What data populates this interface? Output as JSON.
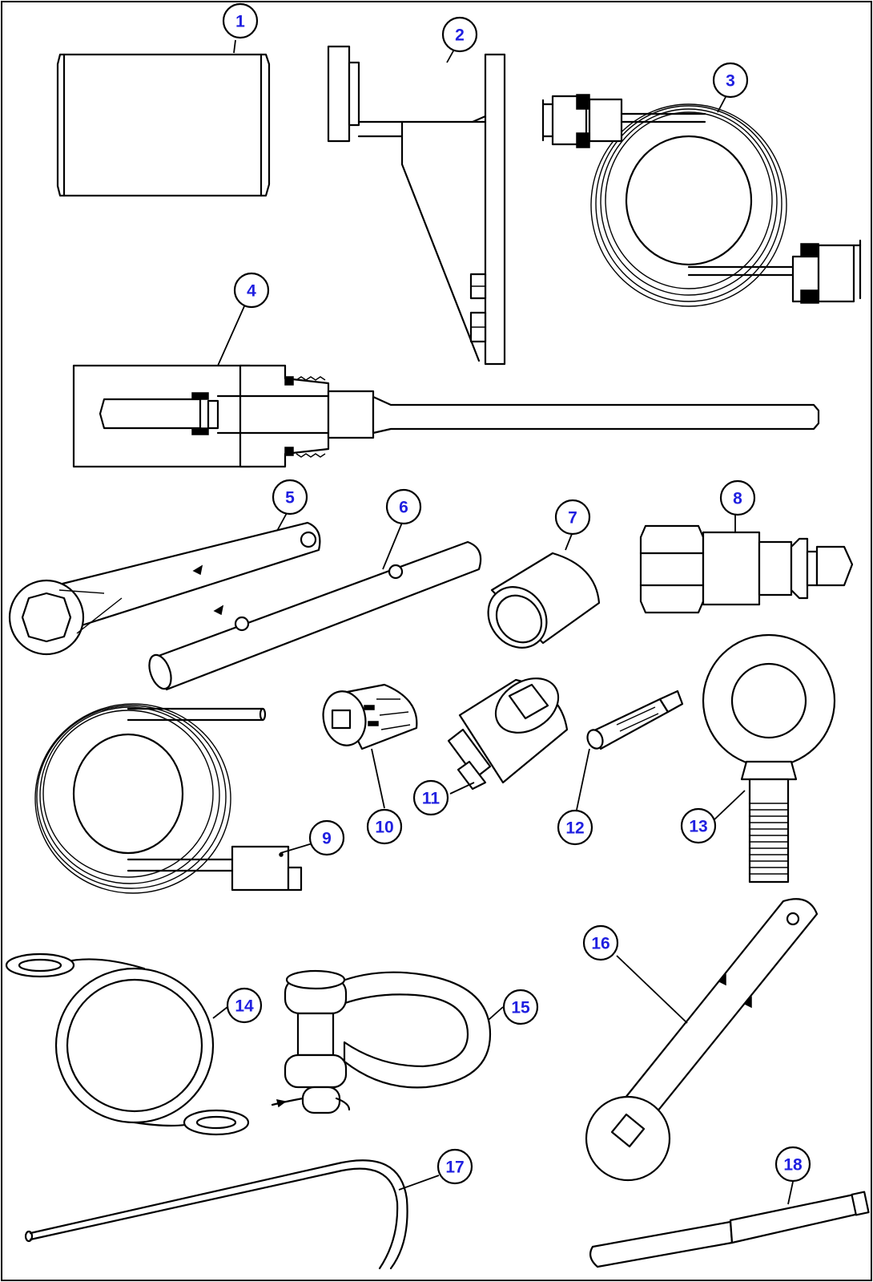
{
  "figure": {
    "style": {
      "frame_color": "#000000",
      "callout_text_color": "#1f1fe0",
      "background": "#ffffff"
    },
    "callouts": [
      {
        "number": "1",
        "part": "sleeve"
      },
      {
        "number": "2",
        "part": "bracket"
      },
      {
        "number": "3",
        "part": "cable-with-connectors"
      },
      {
        "number": "4",
        "part": "puller-tool-section"
      },
      {
        "number": "5",
        "part": "ring-wrench"
      },
      {
        "number": "6",
        "part": "tube-bar"
      },
      {
        "number": "7",
        "part": "bushing"
      },
      {
        "number": "8",
        "part": "adapter-fitting"
      },
      {
        "number": "9",
        "part": "coiled-cable-with-plug"
      },
      {
        "number": "10",
        "part": "socket"
      },
      {
        "number": "11",
        "part": "socket-adapter"
      },
      {
        "number": "12",
        "part": "bit-socket"
      },
      {
        "number": "13",
        "part": "eye-bolt"
      },
      {
        "number": "14",
        "part": "wire-rope-sling"
      },
      {
        "number": "15",
        "part": "shackle"
      },
      {
        "number": "16",
        "part": "box-wrench"
      },
      {
        "number": "17",
        "part": "hook-rod"
      },
      {
        "number": "18",
        "part": "pin-punch"
      }
    ]
  }
}
